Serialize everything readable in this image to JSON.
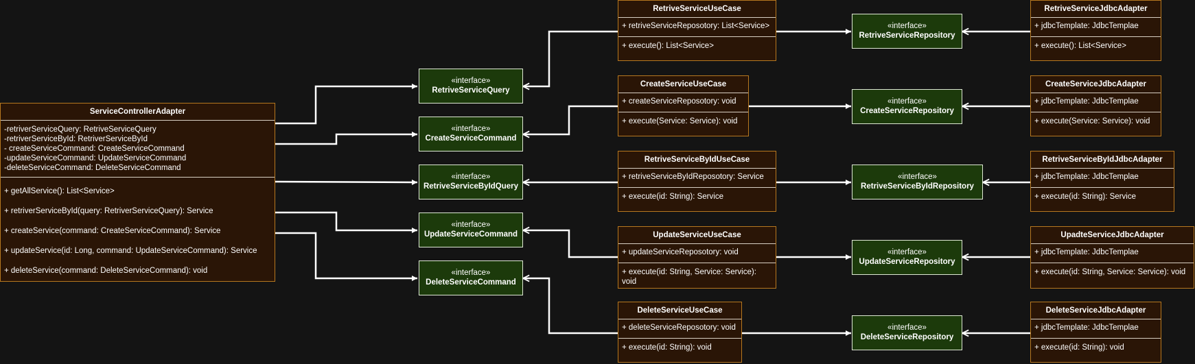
{
  "colors": {
    "background": "#141414",
    "class_fill": "#2a1506",
    "class_border": "#b7781f",
    "interface_fill": "#1c3a0b",
    "interface_border": "#dfe9d5",
    "edge": "#ffffff"
  },
  "stereotype": "«interface»",
  "controller": {
    "name": "ServiceControllerAdapter",
    "attributes": [
      "-retriverServiceQuery: RetriveServiceQuery",
      "-retriverServiceById: RetriverServiceById",
      "- createServiceCommand: CreateServiceCommand",
      "-updateServiceCommand: UpdateServiceCommand",
      "-deleteServiceCommand: DeleteServiceCommand"
    ],
    "operations": [
      "+ getAllService(): List<Service>",
      "+ retriverServiceById(query: RetriverServiceQuery): Service",
      "+ createService(command: CreateServiceCommand): Service",
      "+ updateService(id: Long, command: UpdateServiceCommand): Service",
      "+ deleteService(command: DeleteServiceCommand): void"
    ]
  },
  "ports_in": [
    "RetriveServiceQuery",
    "CreateServiceCommand",
    "RetriveServiceByIdQuery",
    "UpdateServiceCommand",
    "DeleteServiceCommand"
  ],
  "use_cases": [
    {
      "name": "RetriveServiceUseCase",
      "attr": "+ retriveServiceReposotory: List<Service>",
      "op": "+ execute(): List<Service>"
    },
    {
      "name": "CreateServiceUseCase",
      "attr": "+ createServiceReposotory: void",
      "op": "+ execute(Service: Service): void"
    },
    {
      "name": "RetriveServiceByIdUseCase",
      "attr": "+ retriveServiceByIdReposotory: Service",
      "op": "+ execute(id: String): Service"
    },
    {
      "name": "UpdateServiceUseCase",
      "attr": "+ updateServiceReposotory: void",
      "op": "+ execute(id: String, Service: Service): void"
    },
    {
      "name": "DeleteServiceUseCase",
      "attr": "+ deleteServiceReposotory: void",
      "op": "+ execute(id: String): void"
    }
  ],
  "repositories": [
    "RetriveServiceRepository",
    "CreateServiceRepository",
    "RetriveServiceByIdRepository",
    "UpdateServiceRepository",
    "DeleteServiceRepository"
  ],
  "adapters": [
    {
      "name": "RetriveServiceJdbcAdapter",
      "attr": "+ jdbcTemplate: JdbcTemplae",
      "op": "+ execute(): List<Service>"
    },
    {
      "name": "CreateServiceJdbcAdapter",
      "attr": "+ jdbcTemplate: JdbcTemplae",
      "op": "+ execute(Service: Service): void"
    },
    {
      "name": "RetriveServiceByIdJdbcAdapter",
      "attr": "+ jdbcTemplate: JdbcTemplae",
      "op": "+ execute(id: String): Service"
    },
    {
      "name": "UpadteServiceJdbcAdapter",
      "attr": "+ jdbcTemplate: JdbcTemplae",
      "op": "+ execute(id: String, Service: Service): void"
    },
    {
      "name": "DeleteServiceJdbcAdapter",
      "attr": "+ jdbcTemplate: JdbcTemplae",
      "op": "+ execute(id: String): void"
    }
  ]
}
